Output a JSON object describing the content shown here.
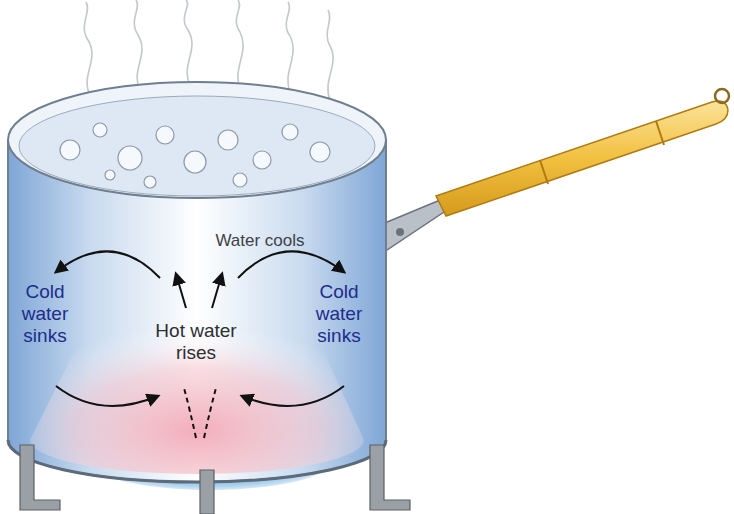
{
  "diagram": {
    "labels": [
      "Water cools",
      "Cold water sinks",
      "Hot water rises",
      "Cold water sinks"
    ]
  }
}
